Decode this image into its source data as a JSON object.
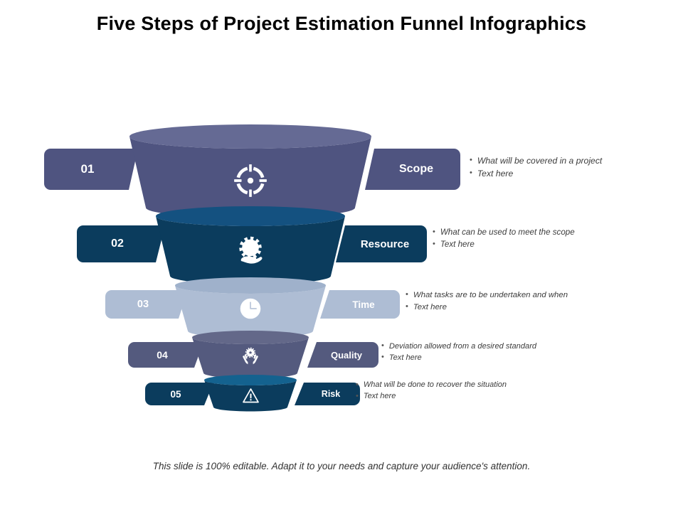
{
  "slide": {
    "title": "Five Steps of Project Estimation Funnel Infographics",
    "footer": "This slide is 100% editable. Adapt it to your needs and capture your audience's attention."
  },
  "funnel": {
    "steps": [
      {
        "number": "01",
        "label": "Scope",
        "icon": "target-crosshair-icon",
        "color": "#4f5480",
        "top_color": "#656a94",
        "bullets": [
          "What will be covered in a project",
          "Text here"
        ]
      },
      {
        "number": "02",
        "label": "Resource",
        "icon": "person-gear-hand-icon",
        "color": "#0b3c5d",
        "top_color": "#145180",
        "bullets": [
          "What can be used to meet the scope",
          "Text here"
        ]
      },
      {
        "number": "03",
        "label": "Time",
        "icon": "clock-icon",
        "color": "#aebdd4",
        "top_color": "#9fb1cb",
        "bullets": [
          "What tasks are to be undertaken and when",
          "Text here"
        ]
      },
      {
        "number": "04",
        "label": "Quality",
        "icon": "hands-star-badge-icon",
        "color": "#545a7e",
        "top_color": "#636889",
        "bullets": [
          "Deviation allowed from a desired standard",
          "Text here"
        ]
      },
      {
        "number": "05",
        "label": "Risk",
        "icon": "warning-triangle-icon",
        "color": "#0b3c5d",
        "top_color": "#14628f",
        "bullets": [
          "What will be done to recover the situation",
          "Text here"
        ]
      }
    ]
  }
}
